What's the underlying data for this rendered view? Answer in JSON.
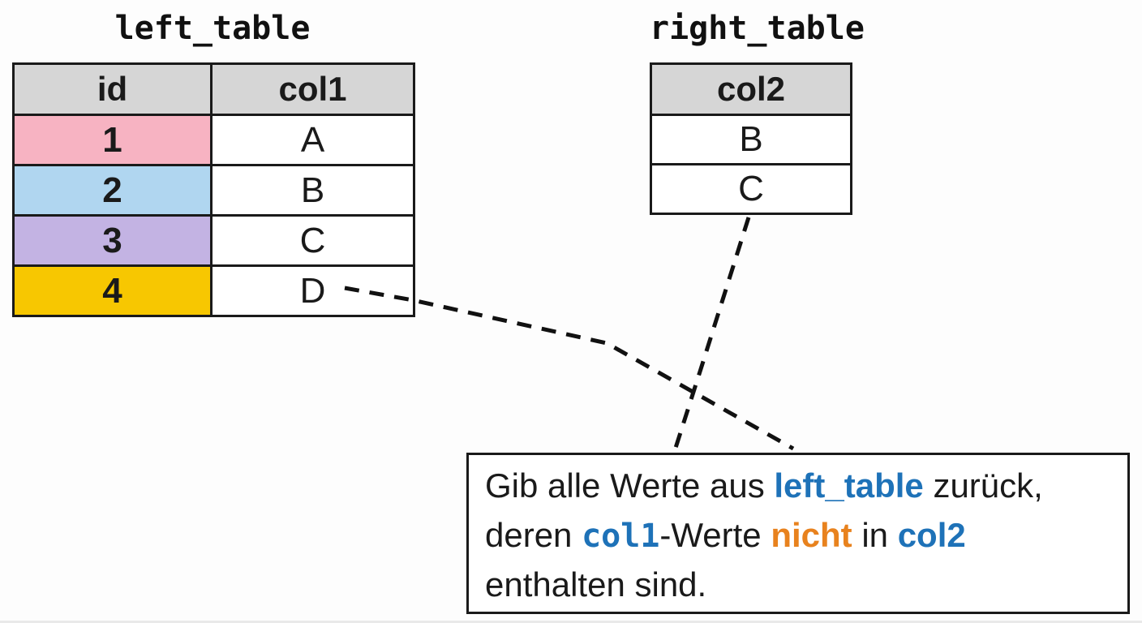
{
  "left_table": {
    "title": "left_table",
    "columns": [
      "id",
      "col1"
    ],
    "rows": [
      {
        "id": "1",
        "col1": "A",
        "color": "#f7b3c2"
      },
      {
        "id": "2",
        "col1": "B",
        "color": "#b0d6f0"
      },
      {
        "id": "3",
        "col1": "C",
        "color": "#c3b3e3"
      },
      {
        "id": "4",
        "col1": "D",
        "color": "#f7c701"
      }
    ]
  },
  "right_table": {
    "title": "right_table",
    "columns": [
      "col2"
    ],
    "rows": [
      "B",
      "C"
    ]
  },
  "caption": {
    "lines": [
      [
        {
          "text": "Gib alle Werte aus ",
          "style": "plain"
        },
        {
          "text": "left_table",
          "style": "table-ref"
        },
        {
          "text": " zurück,",
          "style": "plain"
        }
      ],
      [
        {
          "text": "deren ",
          "style": "plain"
        },
        {
          "text": "col1",
          "style": "code"
        },
        {
          "text": "-Werte ",
          "style": "plain"
        },
        {
          "text": "nicht",
          "style": "negation"
        },
        {
          "text": " in ",
          "style": "plain"
        },
        {
          "text": "col2",
          "style": "table-ref"
        }
      ],
      [
        {
          "text": "enthalten sind.",
          "style": "plain"
        }
      ]
    ]
  },
  "colors": {
    "header_bg": "#d6d6d6",
    "border": "#1a1a1a",
    "highlight_blue": "#1e72b8",
    "highlight_orange": "#e8821e"
  }
}
